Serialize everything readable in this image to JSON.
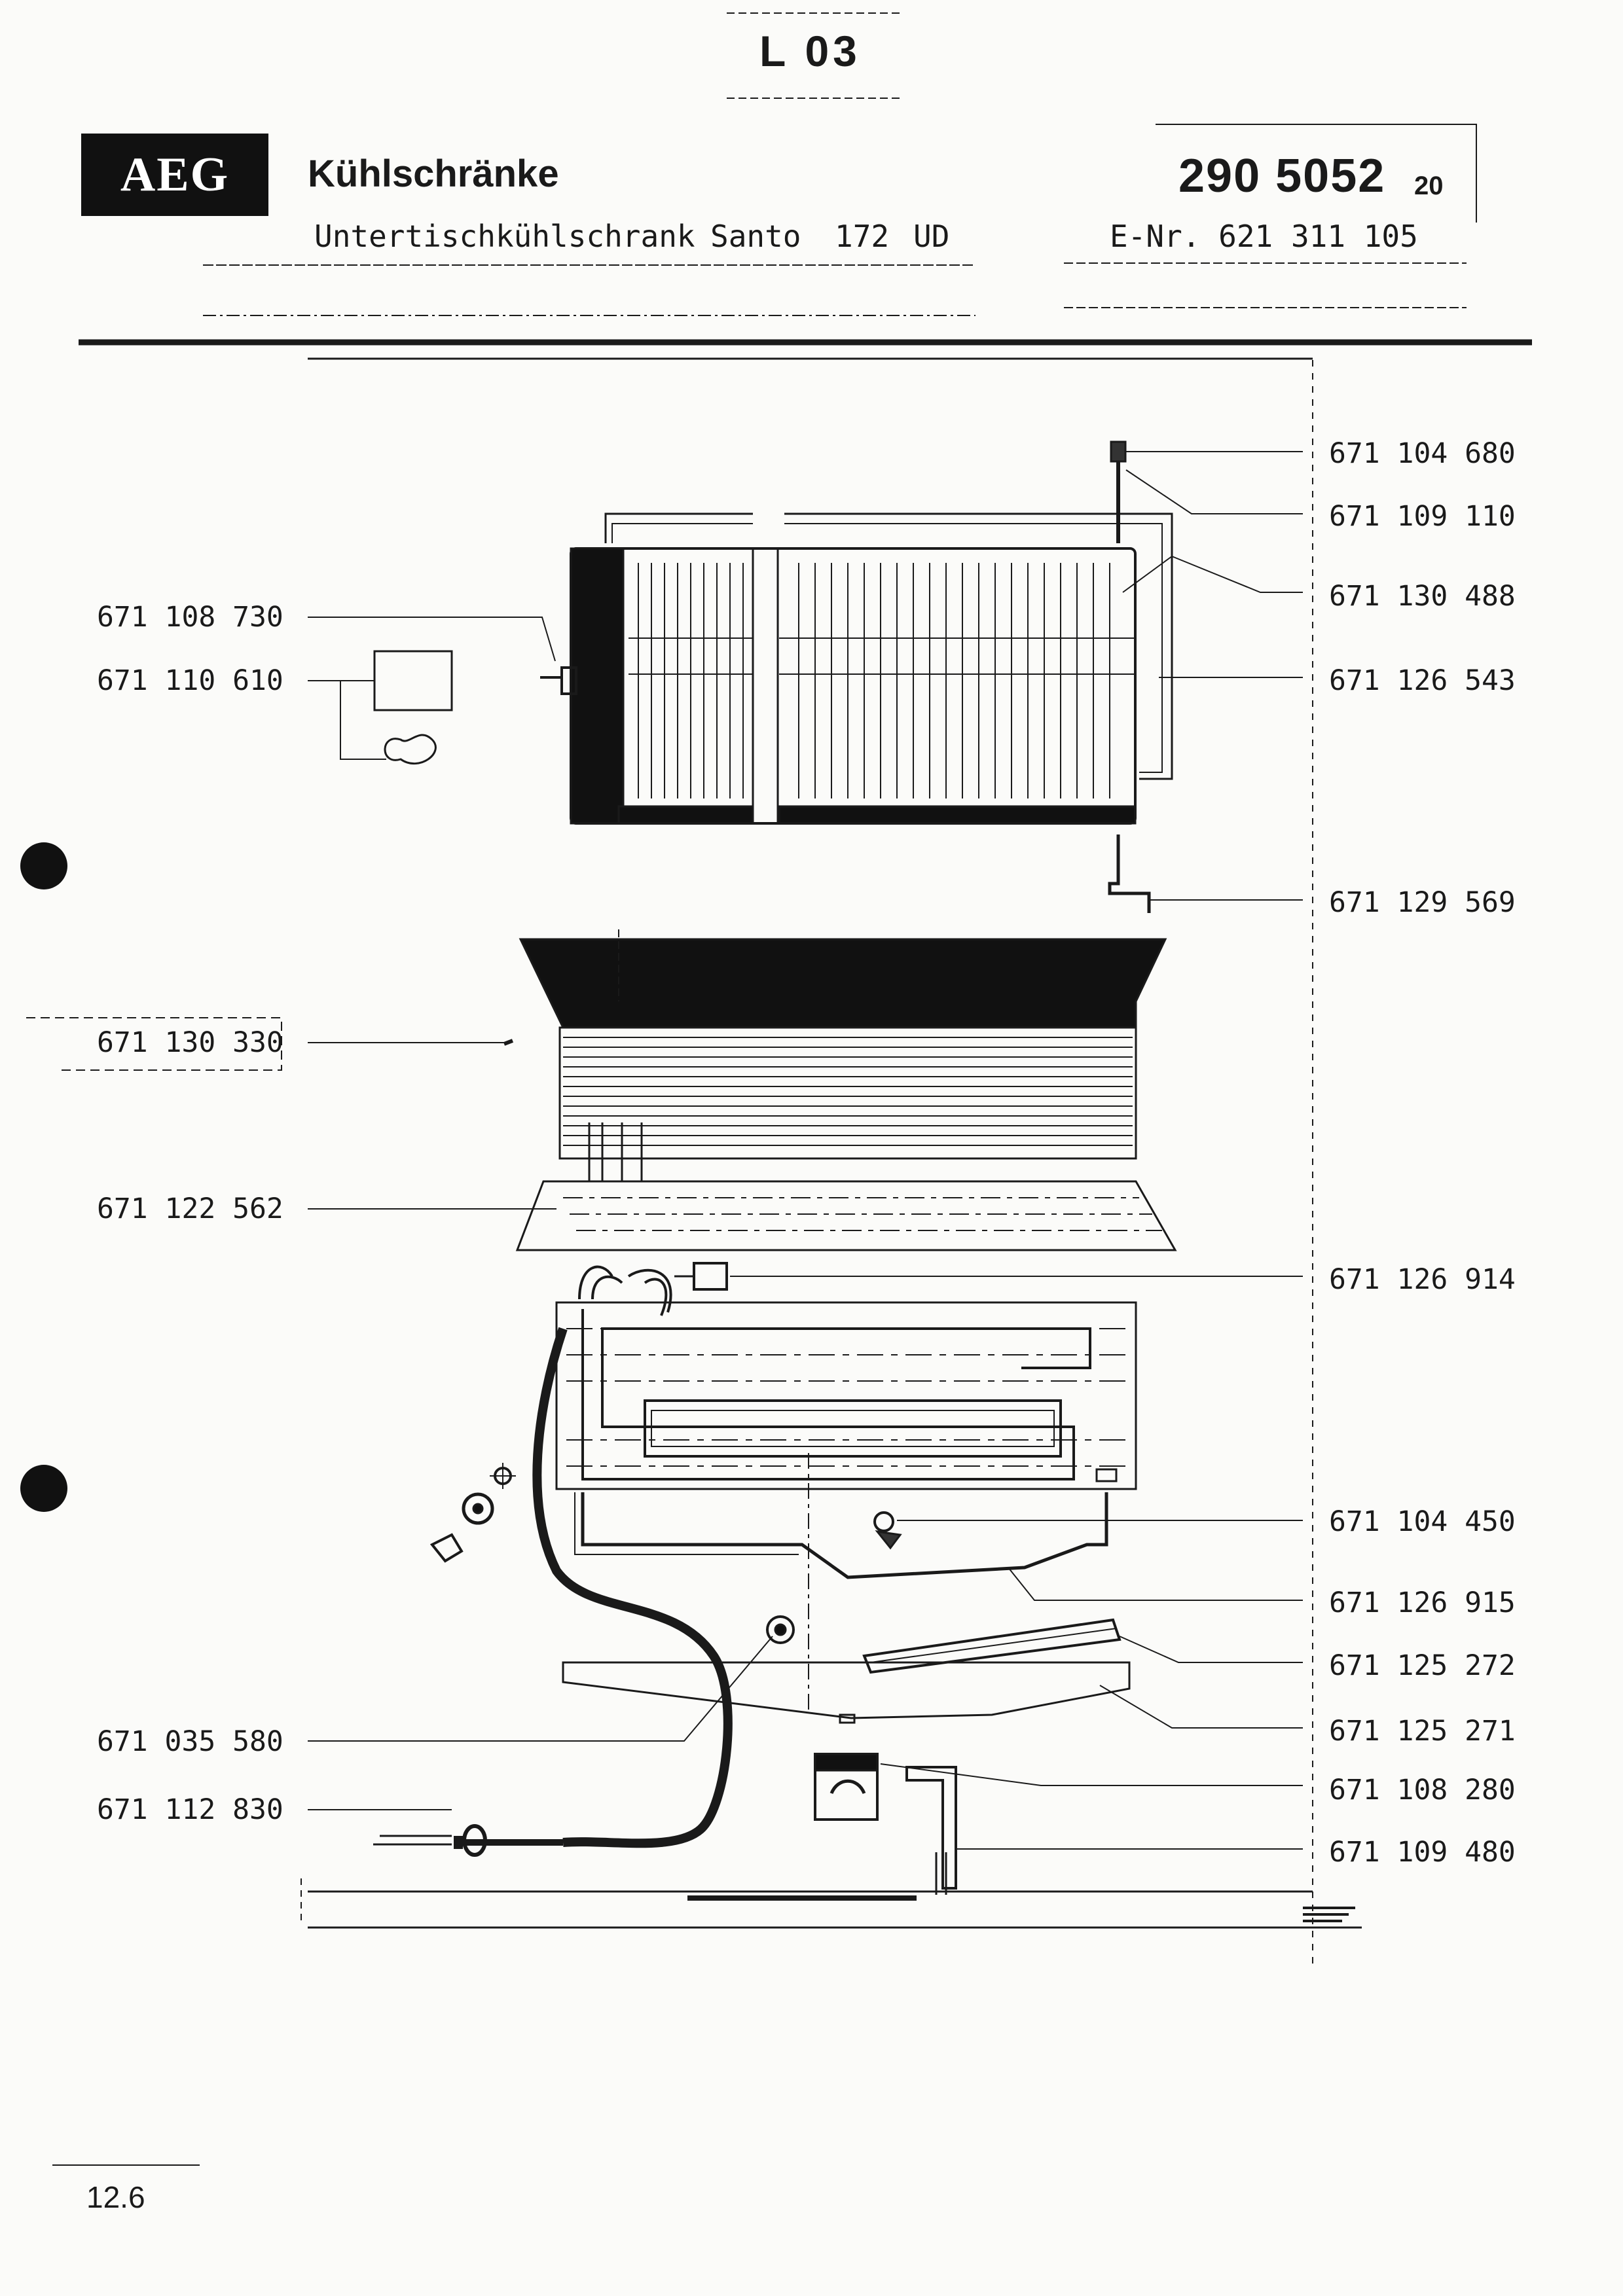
{
  "header": {
    "sheet_code": "L 03",
    "brand": "AEG",
    "category": "Kühlschränke",
    "document_number": "290 5052",
    "document_suffix": "20",
    "model_type": "Untertischkühlschrank",
    "model_name": "Santo",
    "model_number": "172",
    "model_variant": "UD",
    "enr": "E-Nr. 621 311 105"
  },
  "parts_left": [
    "671 108 730",
    "671 110 610",
    "671 130 330",
    "671 122 562",
    "671 035 580",
    "671 112 830"
  ],
  "parts_right": [
    "671 104 680",
    "671 109 110",
    "671 130 488",
    "671 126 543",
    "671 129 569",
    "671 126 914",
    "671 104 450",
    "671 126 915",
    "671 125 272",
    "671 125 271",
    "671 108 280",
    "671 109 480"
  ],
  "footer": {
    "page_number": "12.6"
  }
}
